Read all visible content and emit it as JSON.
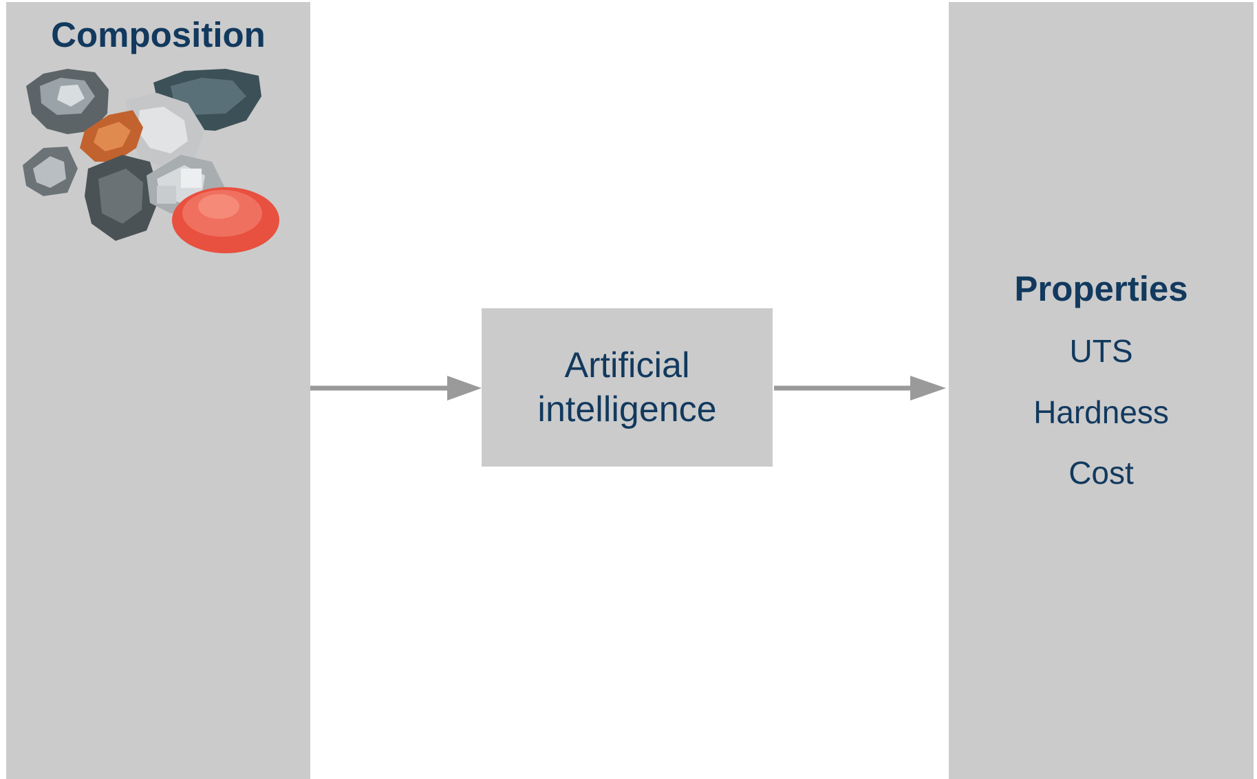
{
  "composition": {
    "title": "Composition",
    "image": "raw-elements-collage"
  },
  "model": {
    "line1": "Artificial",
    "line2": "intelligence"
  },
  "properties": {
    "title": "Properties",
    "items": [
      "UTS",
      "Hardness",
      "Cost"
    ]
  },
  "colors": {
    "panel": "#cbcbcb",
    "text": "#12395e",
    "arrow": "#9a9a9a"
  }
}
